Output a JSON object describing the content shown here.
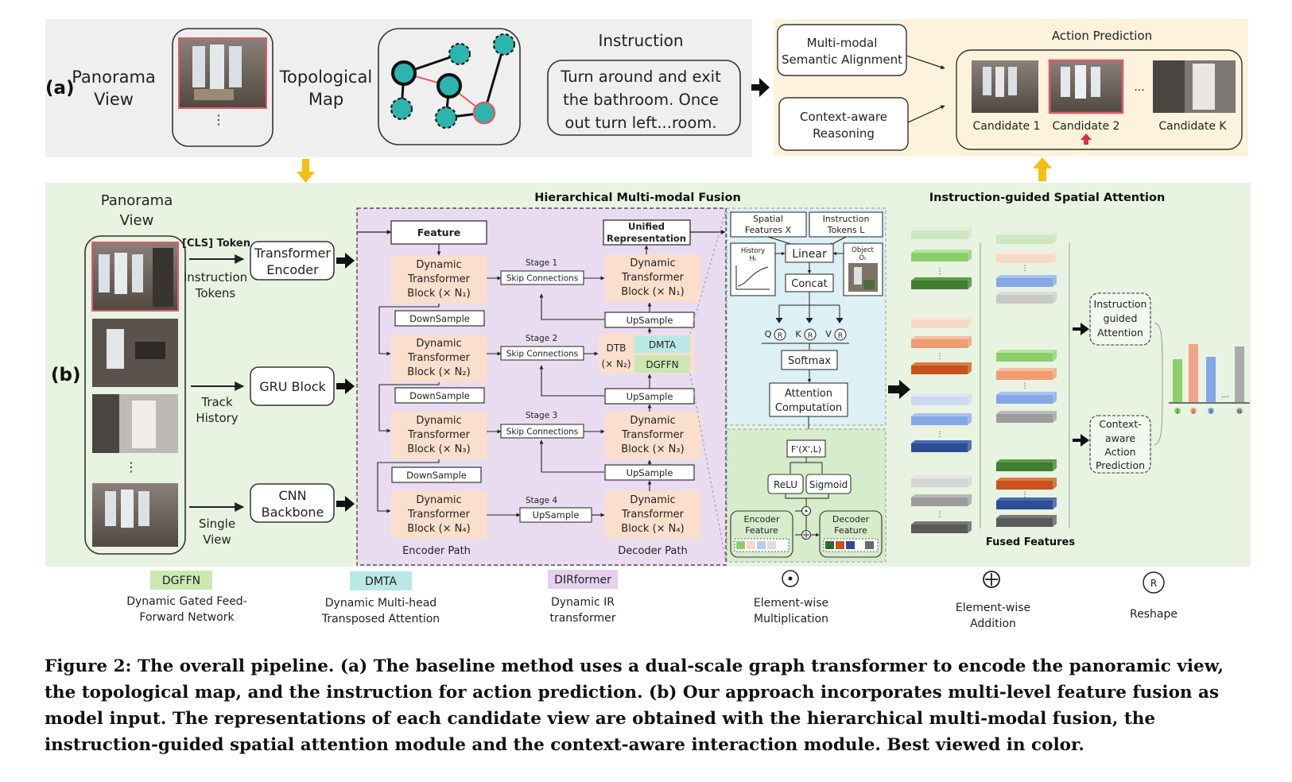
{
  "panel_a": {
    "label": "(a)",
    "panorama": [
      "Panorama",
      "View"
    ],
    "topological": [
      "Topological",
      "Map"
    ],
    "instruction_title": "Instruction",
    "instruction_text": [
      "Turn around and exit",
      "the bathroom. Once",
      "out turn left...room."
    ],
    "multimodal": [
      "Multi-modal",
      "Semantic Alignment"
    ],
    "context": [
      "Context-aware",
      "Reasoning"
    ],
    "action_prediction": "Action Prediction",
    "candidates": [
      "Candidate 1",
      "Candidate 2",
      "Candidate K"
    ],
    "ellipsis": "..."
  },
  "panel_b": {
    "label": "(b)",
    "panorama": [
      "Panorama",
      "View"
    ],
    "cls_token": "[CLS] Token",
    "instruction_tokens": [
      "Instruction",
      "Tokens"
    ],
    "track_history": [
      "Track",
      "History"
    ],
    "single_view": [
      "Single",
      "View"
    ],
    "transformer_encoder": [
      "Transformer",
      "Encoder"
    ],
    "gru_block": "GRU Block",
    "cnn_backbone": [
      "CNN",
      "Backbone"
    ],
    "hmf_title": "Hierarchical Multi-modal Fusion",
    "feature": "Feature",
    "unified": [
      "Unified",
      "Representation"
    ],
    "dtb_lines": [
      "Dynamic",
      "Transformer"
    ],
    "enc_blocks": [
      "Block (× N₁)",
      "Block (× N₂)",
      "Block (× N₃)",
      "Block (× N₄)"
    ],
    "dec_blocks": [
      "Block (× N₁)",
      "Block (× N₃)",
      "Block (× N₄)"
    ],
    "downsample": "DownSample",
    "upsample": "UpSample",
    "skip": "Skip Connections",
    "stages": [
      "Stage 1",
      "Stage 2",
      "Stage 3",
      "Stage 4"
    ],
    "dtb_short": [
      "DTB",
      "(× N₂)"
    ],
    "dmta": "DMTA",
    "dgffn": "DGFFN",
    "encoder_path": "Encoder Path",
    "decoder_path": "Decoder Path",
    "spatial_features": [
      "Spatial",
      "Features X"
    ],
    "instruction_tokens_l": [
      "Instruction",
      "Tokens L"
    ],
    "history": [
      "History",
      "Hₜ"
    ],
    "object": [
      "Object",
      "Oₜ"
    ],
    "linear": "Linear",
    "concat": "Concat",
    "qkv": [
      "Q",
      "K",
      "V"
    ],
    "reshape_glyph": "R",
    "softmax": "Softmax",
    "attention": [
      "Attention",
      "Computation"
    ],
    "fx": "F'(X',L)",
    "relu": "ReLU",
    "sigmoid": "Sigmoid",
    "encoder_feature": [
      "Encoder",
      "Feature"
    ],
    "decoder_feature": [
      "Decoder",
      "Feature"
    ],
    "isa_title": "Instruction-guided Spatial Attention",
    "fused_features": "Fused Features",
    "iga": [
      "Instruction",
      "guided",
      "Attention"
    ],
    "caap": [
      "Context-",
      "aware",
      "Action",
      "Prediction"
    ],
    "bar_ticks": [
      "1",
      "2",
      "3",
      "N"
    ],
    "bar_ellipsis": "..."
  },
  "legend": [
    {
      "tag": "DGFFN",
      "lines": [
        "Dynamic Gated Feed-",
        "Forward Network"
      ]
    },
    {
      "tag": "DMTA",
      "lines": [
        "Dynamic Multi-head",
        "Transposed Attention"
      ]
    },
    {
      "tag": "DIRformer",
      "lines": [
        "Dynamic IR",
        "transformer"
      ]
    },
    {
      "symbol": "element-wise-multiplication",
      "lines": [
        "Element-wise",
        "Multiplication"
      ]
    },
    {
      "symbol": "element-wise-addition",
      "lines": [
        "Element-wise",
        "Addition"
      ]
    },
    {
      "symbol": "reshape",
      "lines": [
        "Reshape"
      ]
    }
  ],
  "caption": "Figure 2: The overall pipeline. (a) The baseline method uses a dual-scale graph transformer to encode the panoramic view, the topological map, and the instruction for action prediction. (b) Our approach incorporates multi-level feature fusion as model input. The representations of each candidate view are obtained with the hierarchical multi-modal fusion, the instruction-guided spatial attention module and the context-aware interaction module. Best viewed in color.",
  "colors": {
    "panel_a_bg": "#efefef",
    "action_bg": "#fdf3dc",
    "panel_b_bg": "#e8f3e2",
    "fusion_bg": "#eadcf0",
    "attention_bg": "#dcf0f6",
    "gating_bg": "#d6eccb",
    "block_fill": "#fadfcc",
    "node_teal": "#2bb5ad",
    "highlight_red": "#e05b6a",
    "arrow_yellow": "#f5be14"
  }
}
